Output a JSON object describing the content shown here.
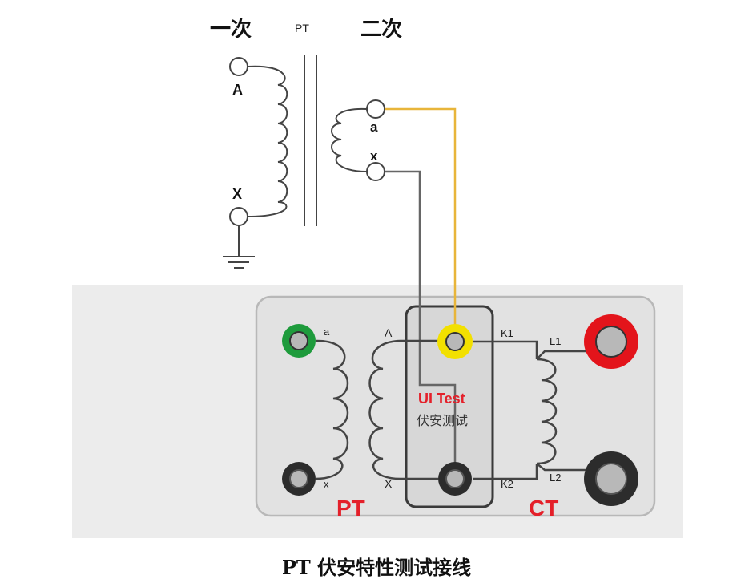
{
  "header": {
    "primary_label": "一次",
    "pt_label": "PT",
    "secondary_label": "二次"
  },
  "transformer": {
    "primary_terminal_top": "A",
    "primary_terminal_bottom": "X",
    "secondary_terminal_top": "a",
    "secondary_terminal_bottom": "x"
  },
  "tester": {
    "pt_a": "a",
    "pt_x": "x",
    "pt_big_a": "A",
    "pt_big_x": "X",
    "k1": "K1",
    "k2": "K2",
    "l1": "L1",
    "l2": "L2",
    "module_title": "UI Test",
    "module_subtitle": "伏安测试",
    "pt_section": "PT",
    "ct_section": "CT"
  },
  "colors": {
    "yellow_wire": "#e8b53a",
    "gray_wire": "#666666",
    "red_text": "#e4202a",
    "green_terminal": "#1e9b3c",
    "red_terminal": "#e3141b",
    "yellow_terminal": "#f2e000",
    "panel_bg": "#ececec"
  },
  "caption": "PT 伏安特性测试接线"
}
